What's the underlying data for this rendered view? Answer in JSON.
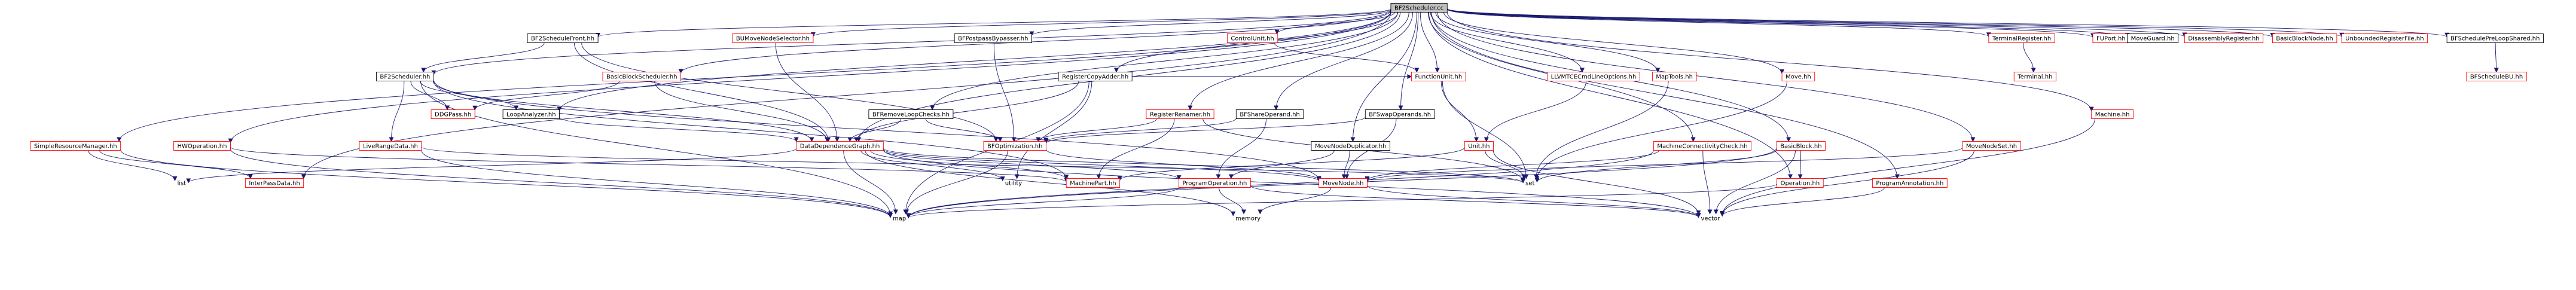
{
  "colors": {
    "edge": "#191970",
    "root_fill": "#bfbfbf",
    "node_fill": "#ffffff",
    "normal_border": "#000000",
    "missing_border": "#ff0000",
    "plain_text": "#000000"
  },
  "nodes": [
    {
      "id": "root",
      "label": "BF2Scheduler.cc",
      "style": "root"
    },
    {
      "id": "bf2sf",
      "label": "BF2ScheduleFront.hh",
      "style": "normal"
    },
    {
      "id": "bumns",
      "label": "BUMoveNodeSelector.hh",
      "style": "missing"
    },
    {
      "id": "bfpb",
      "label": "BFPostpassBypasser.hh",
      "style": "normal"
    },
    {
      "id": "ctrlu",
      "label": "ControlUnit.hh",
      "style": "missing"
    },
    {
      "id": "llvm",
      "label": "LLVMTCECmdLineOptions.hh",
      "style": "missing"
    },
    {
      "id": "maptools",
      "label": "MapTools.hh",
      "style": "missing"
    },
    {
      "id": "termreg",
      "label": "TerminalRegister.hh",
      "style": "missing"
    },
    {
      "id": "fuport",
      "label": "FUPort.hh",
      "style": "missing"
    },
    {
      "id": "moveguard",
      "label": "MoveGuard.hh",
      "style": "normal"
    },
    {
      "id": "disasm",
      "label": "DisassemblyRegister.hh",
      "style": "missing"
    },
    {
      "id": "bbnode",
      "label": "BasicBlockNode.hh",
      "style": "missing"
    },
    {
      "id": "unbrf",
      "label": "UnboundedRegisterFile.hh",
      "style": "missing"
    },
    {
      "id": "bfspls",
      "label": "BFSchedulePreLoopShared.hh",
      "style": "normal"
    },
    {
      "id": "bf2s",
      "label": "BF2Scheduler.hh",
      "style": "normal"
    },
    {
      "id": "bbsched",
      "label": "BasicBlockScheduler.hh",
      "style": "missing"
    },
    {
      "id": "regca",
      "label": "RegisterCopyAdder.hh",
      "style": "normal"
    },
    {
      "id": "fu",
      "label": "FunctionUnit.hh",
      "style": "missing"
    },
    {
      "id": "move",
      "label": "Move.hh",
      "style": "missing"
    },
    {
      "id": "terminal",
      "label": "Terminal.hh",
      "style": "missing"
    },
    {
      "id": "bfsbu",
      "label": "BFScheduleBU.hh",
      "style": "missing"
    },
    {
      "id": "ddgpass",
      "label": "DDGPass.hh",
      "style": "missing"
    },
    {
      "id": "loopan",
      "label": "LoopAnalyzer.hh",
      "style": "normal"
    },
    {
      "id": "bfrlc",
      "label": "BFRemoveLoopChecks.hh",
      "style": "normal"
    },
    {
      "id": "regren",
      "label": "RegisterRenamer.hh",
      "style": "missing"
    },
    {
      "id": "bfshop",
      "label": "BFShareOperand.hh",
      "style": "normal"
    },
    {
      "id": "bfswop",
      "label": "BFSwapOperands.hh",
      "style": "normal"
    },
    {
      "id": "machine",
      "label": "Machine.hh",
      "style": "missing"
    },
    {
      "id": "srm",
      "label": "SimpleResourceManager.hh",
      "style": "missing"
    },
    {
      "id": "hwop",
      "label": "HWOperation.hh",
      "style": "missing"
    },
    {
      "id": "livedata",
      "label": "LiveRangeData.hh",
      "style": "missing"
    },
    {
      "id": "ddg",
      "label": "DataDependenceGraph.hh",
      "style": "missing"
    },
    {
      "id": "bfopt",
      "label": "BFOptimization.hh",
      "style": "missing"
    },
    {
      "id": "mndup",
      "label": "MoveNodeDuplicator.hh",
      "style": "normal"
    },
    {
      "id": "unit",
      "label": "Unit.hh",
      "style": "missing"
    },
    {
      "id": "mcc",
      "label": "MachineConnectivityCheck.hh",
      "style": "missing"
    },
    {
      "id": "bb",
      "label": "BasicBlock.hh",
      "style": "missing"
    },
    {
      "id": "mnset",
      "label": "MoveNodeSet.hh",
      "style": "missing"
    },
    {
      "id": "list",
      "label": "list",
      "style": "plain"
    },
    {
      "id": "ipd",
      "label": "InterPassData.hh",
      "style": "missing"
    },
    {
      "id": "utility",
      "label": "utility",
      "style": "plain"
    },
    {
      "id": "mpart",
      "label": "MachinePart.hh",
      "style": "missing"
    },
    {
      "id": "progop",
      "label": "ProgramOperation.hh",
      "style": "missing"
    },
    {
      "id": "movenode",
      "label": "MoveNode.hh",
      "style": "missing"
    },
    {
      "id": "set",
      "label": "set",
      "style": "plain"
    },
    {
      "id": "operation",
      "label": "Operation.hh",
      "style": "missing"
    },
    {
      "id": "progann",
      "label": "ProgramAnnotation.hh",
      "style": "missing"
    },
    {
      "id": "map",
      "label": "map",
      "style": "plain"
    },
    {
      "id": "memory",
      "label": "memory",
      "style": "plain"
    },
    {
      "id": "vector",
      "label": "vector",
      "style": "plain"
    }
  ],
  "edges": [
    [
      "root",
      "bf2sf"
    ],
    [
      "root",
      "bumns"
    ],
    [
      "root",
      "bfpb"
    ],
    [
      "root",
      "ctrlu"
    ],
    [
      "root",
      "llvm"
    ],
    [
      "root",
      "maptools"
    ],
    [
      "root",
      "termreg"
    ],
    [
      "root",
      "fuport"
    ],
    [
      "root",
      "moveguard"
    ],
    [
      "root",
      "disasm"
    ],
    [
      "root",
      "bbnode"
    ],
    [
      "root",
      "unbrf"
    ],
    [
      "root",
      "bfspls"
    ],
    [
      "root",
      "bf2s"
    ],
    [
      "root",
      "bbsched"
    ],
    [
      "root",
      "regca"
    ],
    [
      "root",
      "fu"
    ],
    [
      "root",
      "move"
    ],
    [
      "root",
      "loopan"
    ],
    [
      "root",
      "bfrlc"
    ],
    [
      "root",
      "regren"
    ],
    [
      "root",
      "bfshop"
    ],
    [
      "root",
      "bfswop"
    ],
    [
      "root",
      "machine"
    ],
    [
      "root",
      "srm"
    ],
    [
      "root",
      "hwop"
    ],
    [
      "root",
      "ddg"
    ],
    [
      "root",
      "mndup"
    ],
    [
      "root",
      "mcc"
    ],
    [
      "root",
      "bb"
    ],
    [
      "root",
      "mnset"
    ],
    [
      "root",
      "ipd"
    ],
    [
      "root",
      "operation"
    ],
    [
      "root",
      "progann"
    ],
    [
      "bf2sf",
      "bf2s"
    ],
    [
      "bf2sf",
      "ddg"
    ],
    [
      "bf2sf",
      "bfopt"
    ],
    [
      "bumns",
      "ddg"
    ],
    [
      "bfpb",
      "bfopt"
    ],
    [
      "ctrlu",
      "fu"
    ],
    [
      "llvm",
      "unit"
    ],
    [
      "maptools",
      "set"
    ],
    [
      "termreg",
      "terminal"
    ],
    [
      "bfspls",
      "bfsbu"
    ],
    [
      "bf2s",
      "ddgpass"
    ],
    [
      "bf2s",
      "loopan"
    ],
    [
      "bf2s",
      "livedata"
    ],
    [
      "bf2s",
      "ddg"
    ],
    [
      "bf2s",
      "mpart"
    ],
    [
      "bf2s",
      "map"
    ],
    [
      "bf2s",
      "movenode"
    ],
    [
      "bbsched",
      "ddgpass"
    ],
    [
      "bbsched",
      "ddg"
    ],
    [
      "regca",
      "ddg"
    ],
    [
      "regca",
      "fu"
    ],
    [
      "regca",
      "utility"
    ],
    [
      "regca",
      "map"
    ],
    [
      "fu",
      "unit"
    ],
    [
      "fu",
      "set"
    ],
    [
      "move",
      "set"
    ],
    [
      "loopan",
      "ddg"
    ],
    [
      "bfrlc",
      "ddg"
    ],
    [
      "bfrlc",
      "bfopt"
    ],
    [
      "regren",
      "bfopt"
    ],
    [
      "regren",
      "mpart"
    ],
    [
      "regren",
      "set"
    ],
    [
      "bfshop",
      "bfopt"
    ],
    [
      "bfshop",
      "progop"
    ],
    [
      "bfswop",
      "bfopt"
    ],
    [
      "bfswop",
      "movenode"
    ],
    [
      "machine",
      "vector"
    ],
    [
      "srm",
      "list"
    ],
    [
      "srm",
      "map"
    ],
    [
      "srm",
      "ipd"
    ],
    [
      "hwop",
      "mpart"
    ],
    [
      "hwop",
      "map"
    ],
    [
      "livedata",
      "map"
    ],
    [
      "livedata",
      "set"
    ],
    [
      "ddg",
      "list"
    ],
    [
      "ddg",
      "utility"
    ],
    [
      "ddg",
      "mpart"
    ],
    [
      "ddg",
      "progop"
    ],
    [
      "ddg",
      "movenode"
    ],
    [
      "ddg",
      "map"
    ],
    [
      "ddg",
      "memory"
    ],
    [
      "ddg",
      "vector"
    ],
    [
      "ddg",
      "set"
    ],
    [
      "bfopt",
      "map"
    ],
    [
      "bfopt",
      "movenode"
    ],
    [
      "mndup",
      "progop"
    ],
    [
      "mndup",
      "movenode"
    ],
    [
      "unit",
      "mpart"
    ],
    [
      "unit",
      "set"
    ],
    [
      "unit",
      "vector"
    ],
    [
      "mcc",
      "movenode"
    ],
    [
      "mcc",
      "map"
    ],
    [
      "mcc",
      "vector"
    ],
    [
      "bb",
      "map"
    ],
    [
      "bb",
      "vector"
    ],
    [
      "bb",
      "set"
    ],
    [
      "bb",
      "operation"
    ],
    [
      "mnset",
      "movenode"
    ],
    [
      "mnset",
      "vector"
    ],
    [
      "progop",
      "map"
    ],
    [
      "progop",
      "memory"
    ],
    [
      "progop",
      "vector"
    ],
    [
      "movenode",
      "memory"
    ],
    [
      "movenode",
      "vector"
    ],
    [
      "operation",
      "map"
    ],
    [
      "progann",
      "vector"
    ]
  ]
}
